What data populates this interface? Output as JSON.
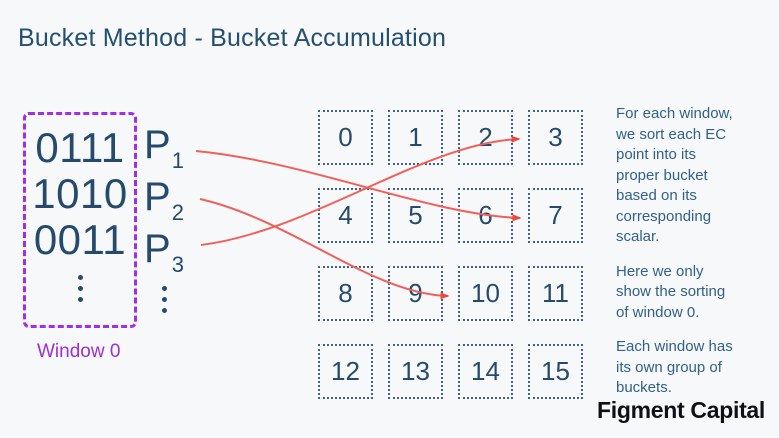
{
  "title": "Bucket Method - Bucket Accumulation",
  "window_panel": {
    "scalars": [
      "0111",
      "1010",
      "0011"
    ],
    "points": [
      {
        "base": "P",
        "sub": "1"
      },
      {
        "base": "P",
        "sub": "2"
      },
      {
        "base": "P",
        "sub": "3"
      }
    ],
    "caption": "Window 0"
  },
  "buckets": {
    "labels": [
      "0",
      "1",
      "2",
      "3",
      "4",
      "5",
      "6",
      "7",
      "8",
      "9",
      "10",
      "11",
      "12",
      "13",
      "14",
      "15"
    ]
  },
  "arrows": [
    {
      "from": "P1",
      "scalar": "0111",
      "to_bucket": "7"
    },
    {
      "from": "P2",
      "scalar": "1010",
      "to_bucket": "10"
    },
    {
      "from": "P3",
      "scalar": "0011",
      "to_bucket": "3"
    }
  ],
  "notes": {
    "para1": [
      "For each window,",
      "we sort each EC",
      "point into its",
      "proper bucket",
      "based on its",
      "corresponding",
      "scalar."
    ],
    "para2": [
      "Here we only",
      "show the sorting",
      "of window 0."
    ],
    "para3": [
      "Each window has",
      "its own group of",
      "buckets."
    ]
  },
  "logo": "Figment Capital",
  "icons": {
    "vertical_ellipsis": "⋮"
  },
  "colors": {
    "background": "#f7f8fa",
    "title_text": "#24506e",
    "navy_text": "#254a6b",
    "bucket_border": "#41617f",
    "note_text": "#326087",
    "window_border": "#a32ce6",
    "window_caption": "#9b2ed9",
    "arrow": "#f0605a",
    "logo_text": "#0e1116"
  }
}
